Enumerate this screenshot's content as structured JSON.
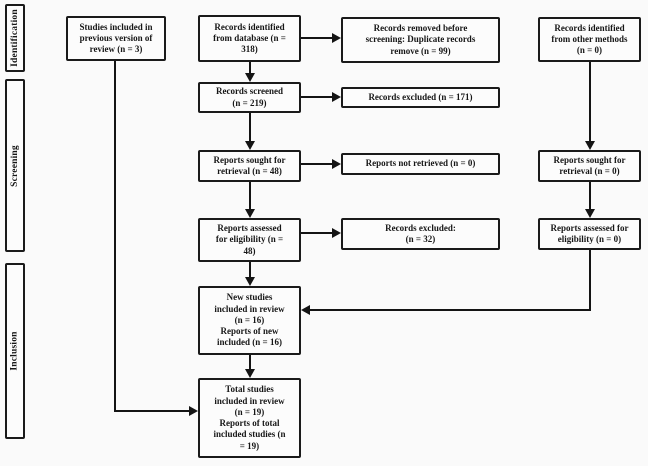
{
  "sidebar": {
    "labels": [
      "Identification",
      "Screening",
      "Inclusion"
    ]
  },
  "nodes": {
    "previous_studies": "Studies included in\nprevious version of\nreview (n = 3)",
    "records_identified_database": "Records identified\nfrom database (n =\n318)",
    "records_removed_before_screening": "Records removed before\nscreening: Duplicate records\nremove (n = 99)",
    "records_identified_other_methods": "Records identified\nfrom other methods\n(n = 0)",
    "records_screened": "Records screened\n(n = 219)",
    "records_excluded": "Records excluded (n = 171)",
    "reports_sought_retrieval": "Reports sought for\nretrieval (n = 48)",
    "reports_not_retrieved": "Reports not retrieved (n = 0)",
    "reports_sought_retrieval_other": "Reports sought for\nretrieval (n = 0)",
    "reports_assessed_eligibility": "Reports assessed\nfor eligibility (n =\n48)",
    "records_excluded_eligibility": "Records excluded:\n(n = 32)",
    "reports_assessed_eligibility_other": "Reports assessed for\neligibility (n = 0)",
    "new_studies_included": "New studies\nincluded in review\n(n = 16)\nReports of new\nincluded (n = 16)",
    "total_studies_included": "Total studies\nincluded in review\n(n = 19)\nReports of total\nincluded studies (n\n= 19)"
  }
}
